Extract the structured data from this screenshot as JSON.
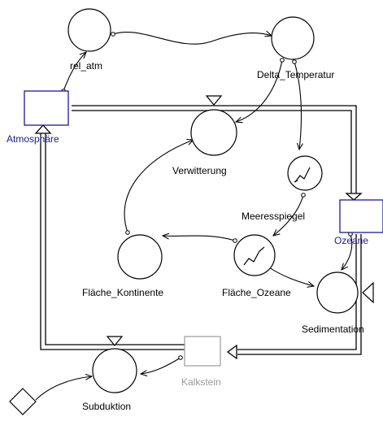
{
  "colors": {
    "stock_border": "#1a1a9a",
    "stock_label": "#1a1a9a",
    "inactive": "#9a9a9a",
    "line": "#000000",
    "background": "#ffffff"
  },
  "nodes": {
    "rel_atm": {
      "kind": "converter",
      "label": "rel_atm"
    },
    "delta_temperatur": {
      "kind": "converter",
      "label": "Delta_Temperatur"
    },
    "atmosphaere": {
      "kind": "stock",
      "label": "Atmosphäre"
    },
    "verwitterung": {
      "kind": "flow",
      "label": "Verwitterung"
    },
    "meeresspiegel": {
      "kind": "graph-converter",
      "label": "Meeresspiegel"
    },
    "ozeane": {
      "kind": "stock",
      "label": "Ozeane"
    },
    "flaeche_kontinente": {
      "kind": "converter",
      "label": "Fläche_Kontinente"
    },
    "flaeche_ozeane": {
      "kind": "graph-converter",
      "label": "Fläche_Ozeane"
    },
    "sedimentation": {
      "kind": "flow",
      "label": "Sedimentation"
    },
    "kalkstein": {
      "kind": "stock-inactive",
      "label": "Kalkstein"
    },
    "subduktion": {
      "kind": "flow",
      "label": "Subduktion"
    },
    "source": {
      "kind": "source-diamond",
      "label": ""
    }
  }
}
